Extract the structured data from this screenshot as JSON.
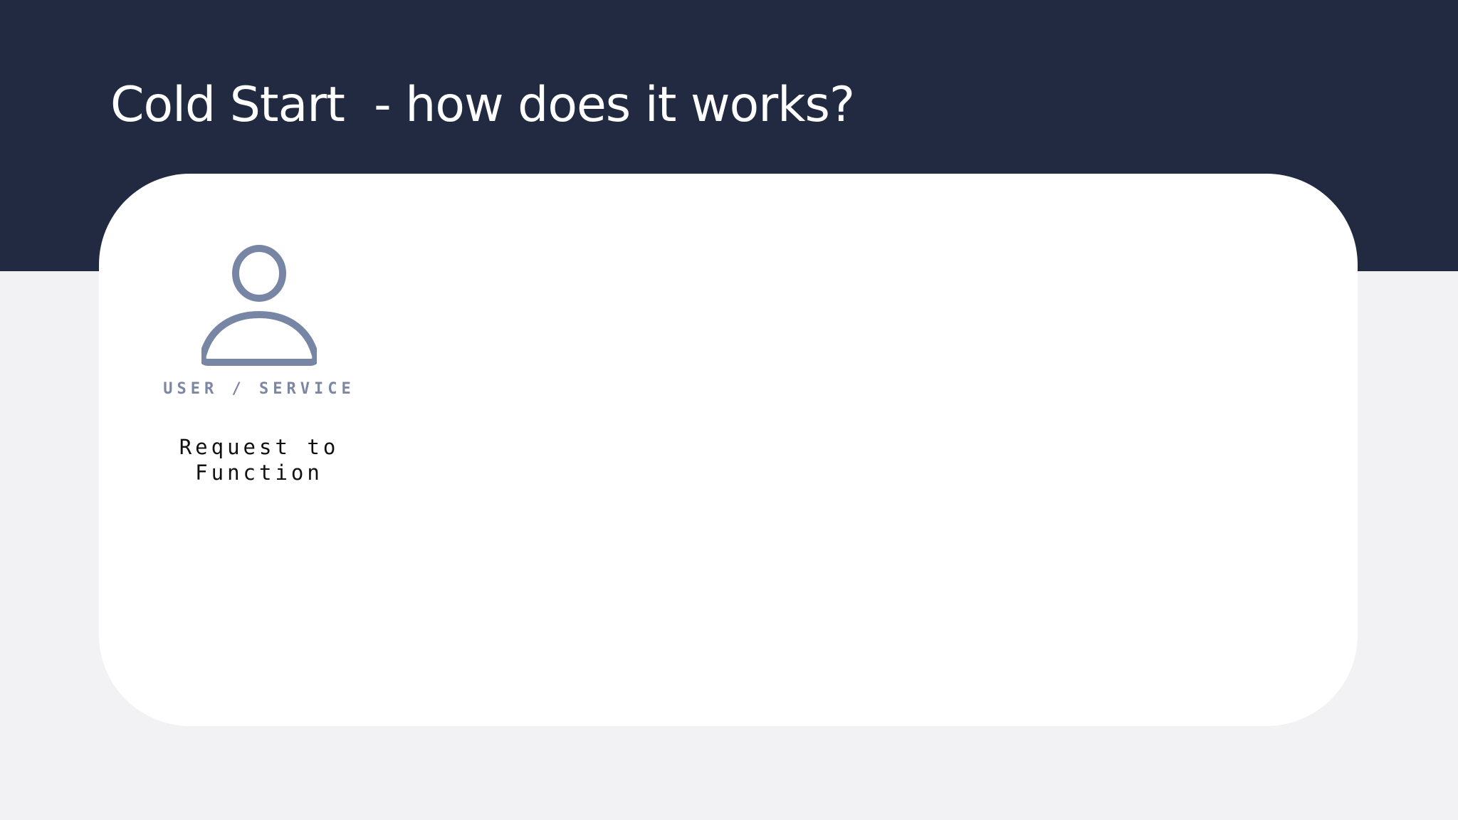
{
  "slide": {
    "title": "Cold Start  - how does it works?"
  },
  "actor": {
    "icon": "user-icon",
    "label": "USER / SERVICE"
  },
  "request": {
    "line1": "Request to",
    "line2": "Function"
  },
  "colors": {
    "header_background": "#222a41",
    "page_background": "#f2f2f4",
    "card_background": "#ffffff",
    "icon_color": "#7886a6",
    "label_color": "#7d86a3",
    "title_color": "#ffffff"
  }
}
